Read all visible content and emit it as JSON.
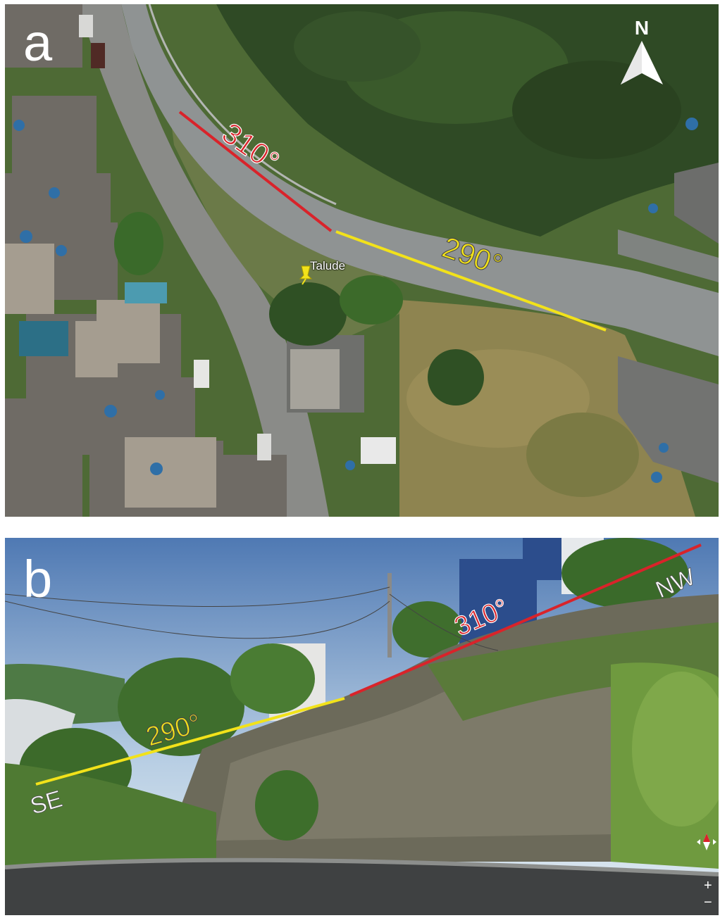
{
  "panel_a": {
    "label": "a",
    "north_label": "N",
    "pin_label": "Talude",
    "segment_red_label": "310°",
    "segment_yellow_label": "290°"
  },
  "panel_b": {
    "label": "b",
    "segment_red_label": "310°",
    "segment_yellow_label": "290°",
    "end_left_label": "SE",
    "end_right_label": "NW",
    "zoom_in_label": "+",
    "zoom_out_label": "−"
  },
  "colors": {
    "red_line": "#d9232a",
    "yellow_line": "#f2e21a",
    "label_white": "#ffffff"
  },
  "icons": {
    "north_arrow": "north-arrow-icon",
    "pin": "map-pin-icon",
    "compass": "compass-icon"
  }
}
